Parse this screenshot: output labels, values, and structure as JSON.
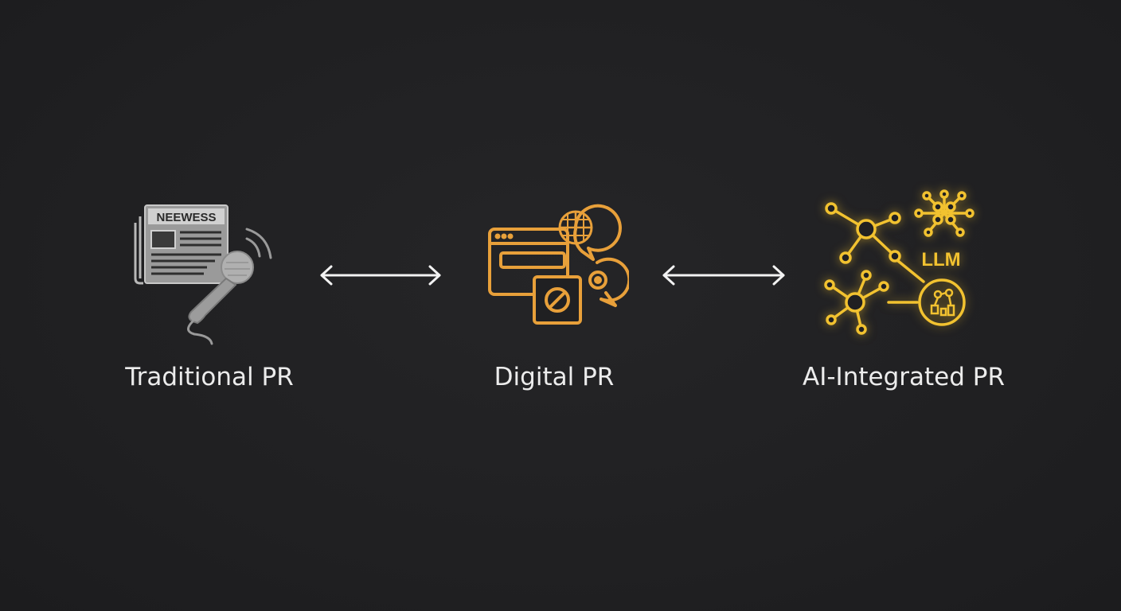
{
  "colors": {
    "background": "#202022",
    "traditional_icon": "#b8b8b8",
    "digital_icon": "#e8a03a",
    "ai_icon": "#f2c230",
    "label_text": "#ececec",
    "arrow": "#f2f2f2"
  },
  "stages": [
    {
      "label": "Traditional PR",
      "icon": "newspaper-microphone-icon",
      "newspaper_masthead": "NEEWESS"
    },
    {
      "label": "Digital PR",
      "icon": "browser-chat-bubbles-icon"
    },
    {
      "label": "AI-Integrated PR",
      "icon": "network-graph-llm-icon",
      "badge": "LLM"
    }
  ],
  "connectors": [
    {
      "from": "Traditional PR",
      "to": "Digital PR",
      "type": "bidirectional-arrow"
    },
    {
      "from": "Digital PR",
      "to": "AI-Integrated PR",
      "type": "bidirectional-arrow"
    }
  ]
}
